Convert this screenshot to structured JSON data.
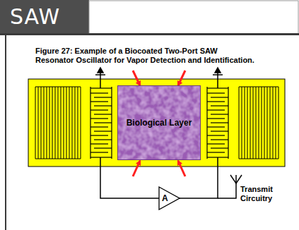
{
  "diagram": {
    "title": "SAW",
    "caption": "Figure 27: Example of a  Biocoated Two-Port SAW Resonator Oscillator for Vapor Detection and Identification.",
    "nodes": [
      {
        "text": [
          "Biological Layer"
        ]
      },
      {
        "text": [
          "A"
        ]
      }
    ],
    "labels": [
      "Transmit Circuitry"
    ]
  }
}
